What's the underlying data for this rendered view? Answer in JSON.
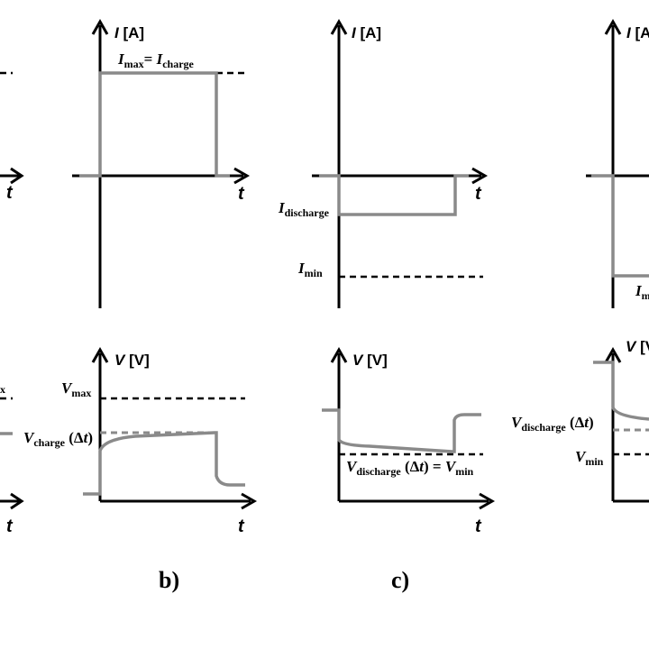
{
  "left_stub": {
    "top_t_label": "t",
    "bottom_t_label": "t",
    "bottom_label_fragment": "x"
  },
  "panel_b": {
    "label": "b)",
    "current_plot": {
      "y_axis_label_italic": "I",
      "y_axis_label_unit": " [A]",
      "t_label": "t",
      "imax_main": "I",
      "imax_sub": "max",
      "equals": "= ",
      "icharge_main": "I",
      "icharge_sub": "charge"
    },
    "voltage_plot": {
      "y_axis_label_italic": "V",
      "y_axis_label_unit": " [V]",
      "t_label": "t",
      "vmax_main": "V",
      "vmax_sub": "max",
      "vcharge_main": "V",
      "vcharge_sub": "charge",
      "vcharge_arg_open": " (Δ",
      "vcharge_arg_var": "t",
      "vcharge_arg_close": ")"
    }
  },
  "panel_c": {
    "label": "c)",
    "current_plot": {
      "y_axis_label_italic": "I",
      "y_axis_label_unit": " [A]",
      "t_label": "t",
      "idischarge_main": "I",
      "idischarge_sub": "discharge",
      "imin_main": "I",
      "imin_sub": "min"
    },
    "voltage_plot": {
      "y_axis_label_italic": "V",
      "y_axis_label_unit": " [V]",
      "t_label": "t",
      "vdis_main": "V",
      "vdis_sub": "discharge",
      "vdis_arg_open": " (Δ",
      "vdis_arg_var": "t",
      "vdis_arg_close": ") = ",
      "vmin_main": "V",
      "vmin_sub": "min"
    }
  },
  "panel_d_partial": {
    "current_plot": {
      "y_axis_label_italic": "I",
      "y_axis_label_unit": " [A",
      "imin_fragment_main": "I",
      "imin_fragment_sub": "m"
    },
    "voltage_plot": {
      "y_axis_label_italic": "V",
      "y_axis_label_unit": " [V",
      "vdis_main": "V",
      "vdis_sub": "discharge",
      "vdis_arg_open": " (Δ",
      "vdis_arg_var": "t",
      "vdis_arg_close": ")",
      "vmin_main": "V",
      "vmin_sub": "min"
    }
  },
  "colors": {
    "signal": "#8a8a8a",
    "axis": "#000000"
  }
}
